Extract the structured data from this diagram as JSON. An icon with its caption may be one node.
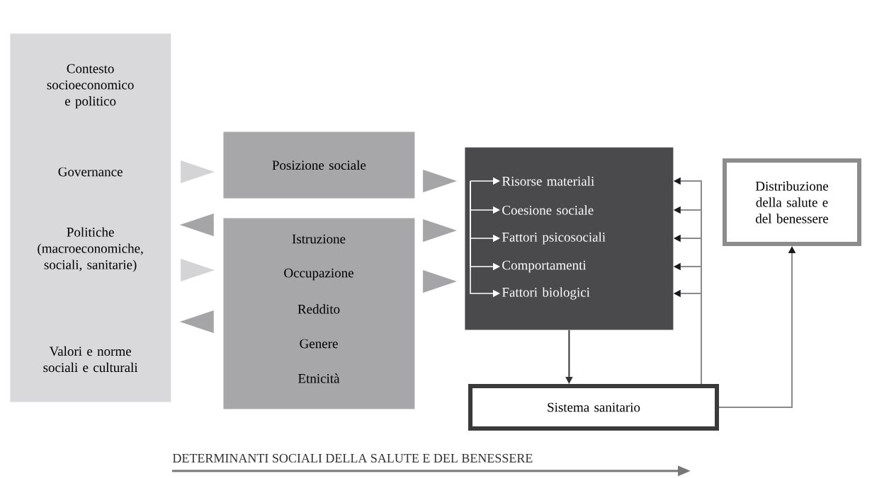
{
  "diagram": {
    "nodes": [
      {
        "text": [
          "Contesto socioeconomico e politico",
          "Governance",
          "Politiche (macroeconomiche, sociali, sanitarie)",
          "Valori e norme sociali e culturali"
        ]
      },
      {
        "text": [
          "Posizione sociale"
        ]
      },
      {
        "text": [
          "Istruzione",
          "Occupazione",
          "Reddito",
          "Genere",
          "Etnicità"
        ]
      },
      {
        "text": [],
        "shape": "box"
      },
      {
        "text": [
          "Risorse materiali"
        ],
        "in": 3
      },
      {
        "text": [
          "Coesione sociale"
        ],
        "in": 3
      },
      {
        "text": [
          "Fattori psicosociali"
        ],
        "in": 3
      },
      {
        "text": [
          "Comportamenti"
        ],
        "in": 3
      },
      {
        "text": [
          "Fattori biologici"
        ],
        "in": 3
      },
      {
        "text": [
          "Sistema sanitario"
        ]
      },
      {
        "text": [
          "Distribuzione della salute e del benessere"
        ]
      }
    ],
    "edges": [
      {
        "from": 0,
        "to": 1,
        "arrow": "to",
        "color": "#d4d4d6"
      },
      {
        "from": 2,
        "to": 0,
        "arrow": "to",
        "color": "#a5a5a7"
      },
      {
        "from": 0,
        "to": 2,
        "arrow": "to",
        "color": "#d4d4d6"
      },
      {
        "from": 2,
        "to": 0,
        "arrow": "to",
        "color": "#a5a5a7"
      },
      {
        "from": 1,
        "to": 3,
        "arrow": "to",
        "color": "#a5a5a7"
      },
      {
        "from": 2,
        "to": 3,
        "arrow": "to",
        "color": "#a5a5a7"
      },
      {
        "from": 2,
        "to": 3,
        "arrow": "to",
        "color": "#a5a5a7"
      },
      {
        "from": null,
        "to": 4,
        "arrow": "to",
        "color": "#ffffff"
      },
      {
        "from": null,
        "to": 5,
        "arrow": "to",
        "color": "#ffffff"
      },
      {
        "from": null,
        "to": 6,
        "arrow": "to",
        "color": "#ffffff"
      },
      {
        "from": null,
        "to": 7,
        "arrow": "to",
        "color": "#ffffff"
      },
      {
        "from": null,
        "to": 8,
        "arrow": "to",
        "color": "#ffffff"
      },
      {
        "from": 3,
        "to": 9,
        "arrow": "to"
      },
      {
        "from": 9,
        "to": 3,
        "arrow": "to",
        "color": "#8a8a8a"
      },
      {
        "from": 9,
        "to": 3,
        "arrow": "to",
        "color": "#8a8a8a"
      },
      {
        "from": 9,
        "to": 3,
        "arrow": "to",
        "color": "#8a8a8a"
      },
      {
        "from": 9,
        "to": 3,
        "arrow": "to",
        "color": "#8a8a8a"
      },
      {
        "from": 9,
        "to": 3,
        "arrow": "to",
        "color": "#8a8a8a"
      },
      {
        "from": 9,
        "to": 10,
        "arrow": "to",
        "color": "#8a8a8a"
      }
    ],
    "labels": [
      "DETERMINANTI SOCIALI DELLA SALUTE E DEL BENESSERE"
    ]
  }
}
